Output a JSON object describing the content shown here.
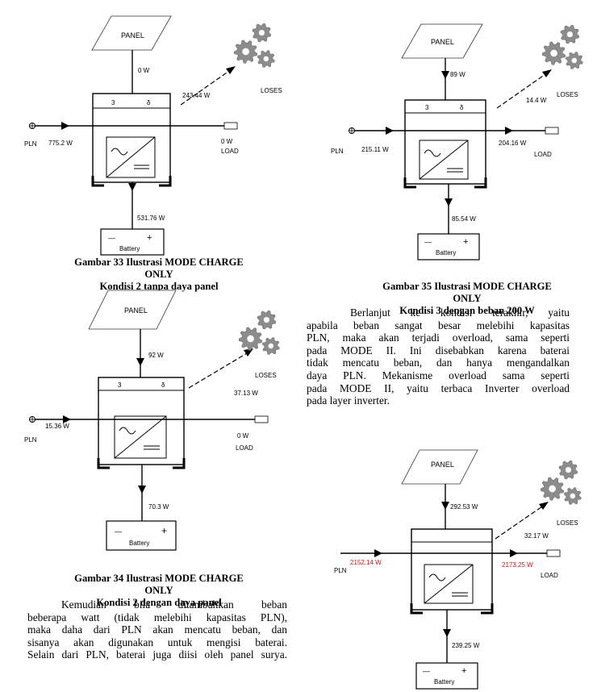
{
  "labels": {
    "panel": "PANEL",
    "loses": "LOSES",
    "pln": "PLN",
    "load": "LOAD",
    "battery": "Battery",
    "minus": "—",
    "plus": "+",
    "slot1": "3",
    "slot2": "δ"
  },
  "figures": [
    {
      "id": "fig33",
      "panel_w": "0 W",
      "loses_w": "243.44 W",
      "pln_w": "775.2 W",
      "load_w": "0 W",
      "battery_w": "531.76 W"
    },
    {
      "id": "fig34",
      "panel_w": "92 W",
      "loses_w": "37.13 W",
      "pln_w": "15.36 W",
      "load_w": "0 W",
      "battery_w": "70.3 W"
    },
    {
      "id": "fig35",
      "panel_w": "89 W",
      "loses_w": "14.4 W",
      "pln_w": "215.11 W",
      "load_w": "204.16 W",
      "battery_w": "85.54 W"
    },
    {
      "id": "fig36",
      "panel_w": "292.53 W",
      "loses_w": "32.17 W",
      "pln_w": "2152.14 W",
      "load_w": "2173.25 W",
      "battery_w": "239.25 W",
      "overload_color": "#e01010"
    }
  ],
  "captions": {
    "fig33": [
      "Gambar 33 Ilustrasi MODE CHARGE ONLY",
      "Kondisi 2 tanpa daya panel"
    ],
    "fig34": [
      "Gambar 34 Ilustrasi MODE CHARGE ONLY",
      "Kondisi 2 dengan daya panel"
    ],
    "fig35": [
      "Gambar 35 Ilustrasi MODE CHARGE ONLY",
      "Kondisi 3 dengan beban 200 W"
    ]
  },
  "paragraphs": {
    "left": [
      "Kemudian bila ditambahkan beban",
      "beberapa watt (tidak melebihi kapasitas PLN),",
      "maka daha dari PLN akan mencatu beban, dan",
      "sisanya akan digunakan untuk mengisi baterai.",
      "Selain dari PLN, baterai juga diisi oleh panel surya."
    ],
    "right": [
      "Berlanjut ke kondisi terakhir, yaitu",
      "apabila beban sangat besar melebihi kapasitas",
      "PLN, maka akan terjadi overload, sama seperti",
      "pada MODE II. Ini disebabkan karena baterai",
      "tidak mencatu beban, dan hanya mengandalkan",
      "daya PLN. Mekanisme overload sama seperti",
      "pada MODE II, yaitu terbaca Inverter overload",
      "pada layer inverter."
    ]
  }
}
